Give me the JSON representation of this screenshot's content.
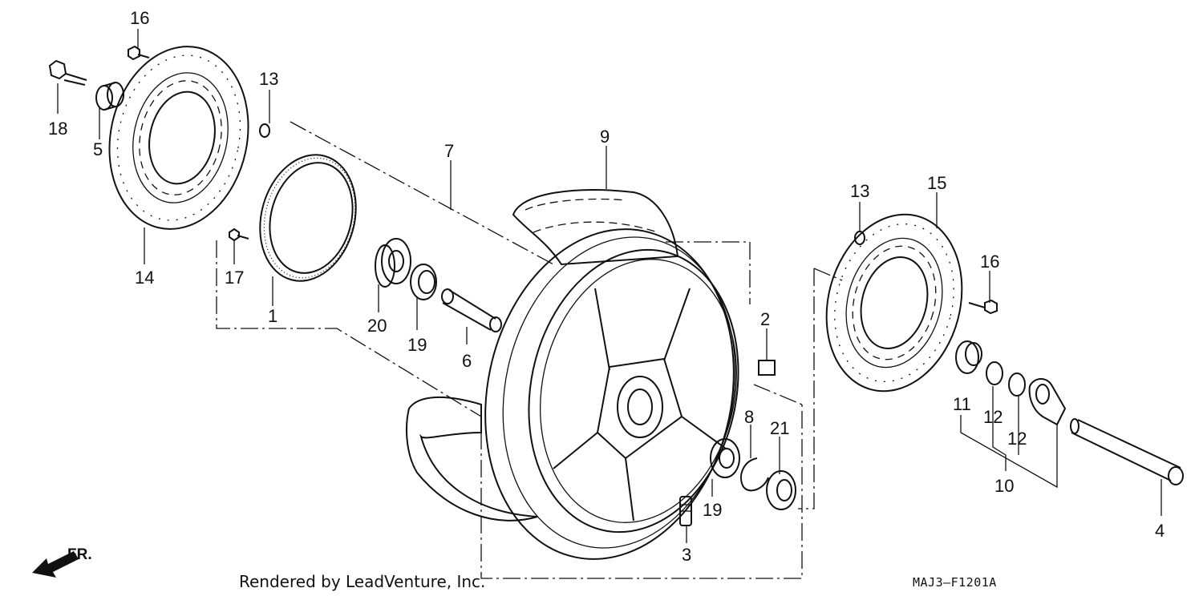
{
  "diagram": {
    "parts": [
      {
        "id": "p16a",
        "number": "16"
      },
      {
        "id": "p18",
        "number": "18"
      },
      {
        "id": "p5",
        "number": "5"
      },
      {
        "id": "p13a",
        "number": "13"
      },
      {
        "id": "p14",
        "number": "14"
      },
      {
        "id": "p17",
        "number": "17"
      },
      {
        "id": "p1",
        "number": "1"
      },
      {
        "id": "p7",
        "number": "7"
      },
      {
        "id": "p9",
        "number": "9"
      },
      {
        "id": "p20",
        "number": "20"
      },
      {
        "id": "p19a",
        "number": "19"
      },
      {
        "id": "p6",
        "number": "6"
      },
      {
        "id": "p2",
        "number": "2"
      },
      {
        "id": "p8",
        "number": "8"
      },
      {
        "id": "p21",
        "number": "21"
      },
      {
        "id": "p19b",
        "number": "19"
      },
      {
        "id": "p3",
        "number": "3"
      },
      {
        "id": "p13b",
        "number": "13"
      },
      {
        "id": "p15",
        "number": "15"
      },
      {
        "id": "p16b",
        "number": "16"
      },
      {
        "id": "p11",
        "number": "11"
      },
      {
        "id": "p12a",
        "number": "12"
      },
      {
        "id": "p12b",
        "number": "12"
      },
      {
        "id": "p10",
        "number": "10"
      },
      {
        "id": "p4",
        "number": "4"
      }
    ],
    "direction_label": "FR."
  },
  "footer": {
    "credit": "Rendered by LeadVenture, Inc.",
    "diagram_code": "MAJ3–F1201A"
  }
}
